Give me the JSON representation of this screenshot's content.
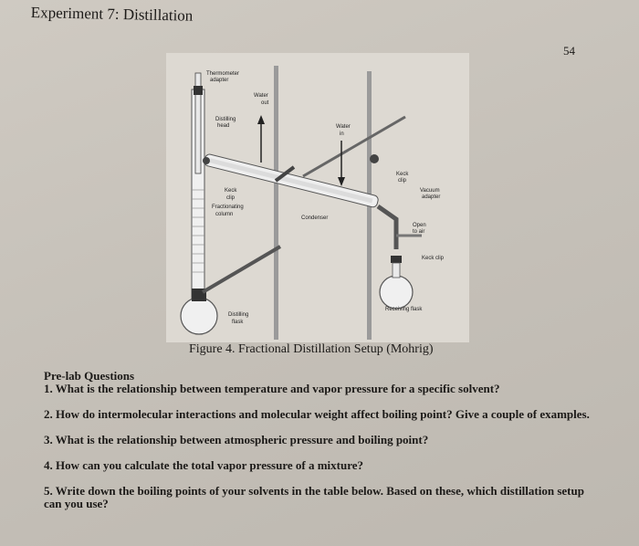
{
  "header": {
    "title": "Experiment 7: Distillation",
    "page_number": "54"
  },
  "figure": {
    "labels": {
      "thermometer_adapter": [
        "Thermometer",
        "adapter"
      ],
      "water_out": [
        "Water",
        "out"
      ],
      "distilling_head": [
        "Distilling",
        "head"
      ],
      "water_in": [
        "Water",
        "in"
      ],
      "keck_clip_top": [
        "Keck",
        "clip"
      ],
      "vacuum_adapter": [
        "Vacuum",
        "adapter"
      ],
      "keck_clip_left": [
        "Keck",
        "clip"
      ],
      "fractionating_column": [
        "Fractionating",
        "column"
      ],
      "condenser": "Condenser",
      "open_to_air": [
        "Open",
        "to air"
      ],
      "keck_clip_bottom": "Keck clip",
      "receiving_flask": "Receiving flask",
      "distilling_flask": [
        "Distilling",
        "flask"
      ]
    },
    "caption": "Figure 4. Fractional Distillation Setup (Mohrig)"
  },
  "prelab": {
    "heading": "Pre-lab Questions",
    "questions": [
      "1. What is the relationship between temperature and vapor pressure for a specific solvent?",
      "2. How do intermolecular interactions and molecular weight affect boiling point? Give a couple of examples.",
      "3. What is the relationship between atmospheric pressure and boiling point?",
      "4. How can you calculate the total vapor pressure of a mixture?",
      "5. Write down the boiling points of your solvents in the table below. Based on these, which distillation setup can you use?"
    ]
  }
}
